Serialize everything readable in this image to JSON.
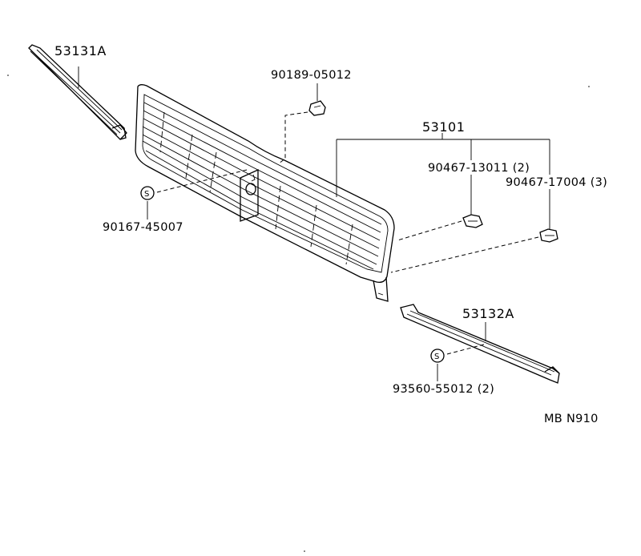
{
  "parts": {
    "moulding_upper": "53131A",
    "clip_top": "90189-05012",
    "grille": "53101",
    "clip_13011": "90467-13011 (2)",
    "clip_17004": "90467-17004 (3)",
    "screw_90167": "90167-45007",
    "moulding_lower": "53132A",
    "screw_93560": "93560-55012 (2)"
  },
  "symbols": {
    "screw_mark": "S"
  },
  "diagram_code": "MB N910"
}
